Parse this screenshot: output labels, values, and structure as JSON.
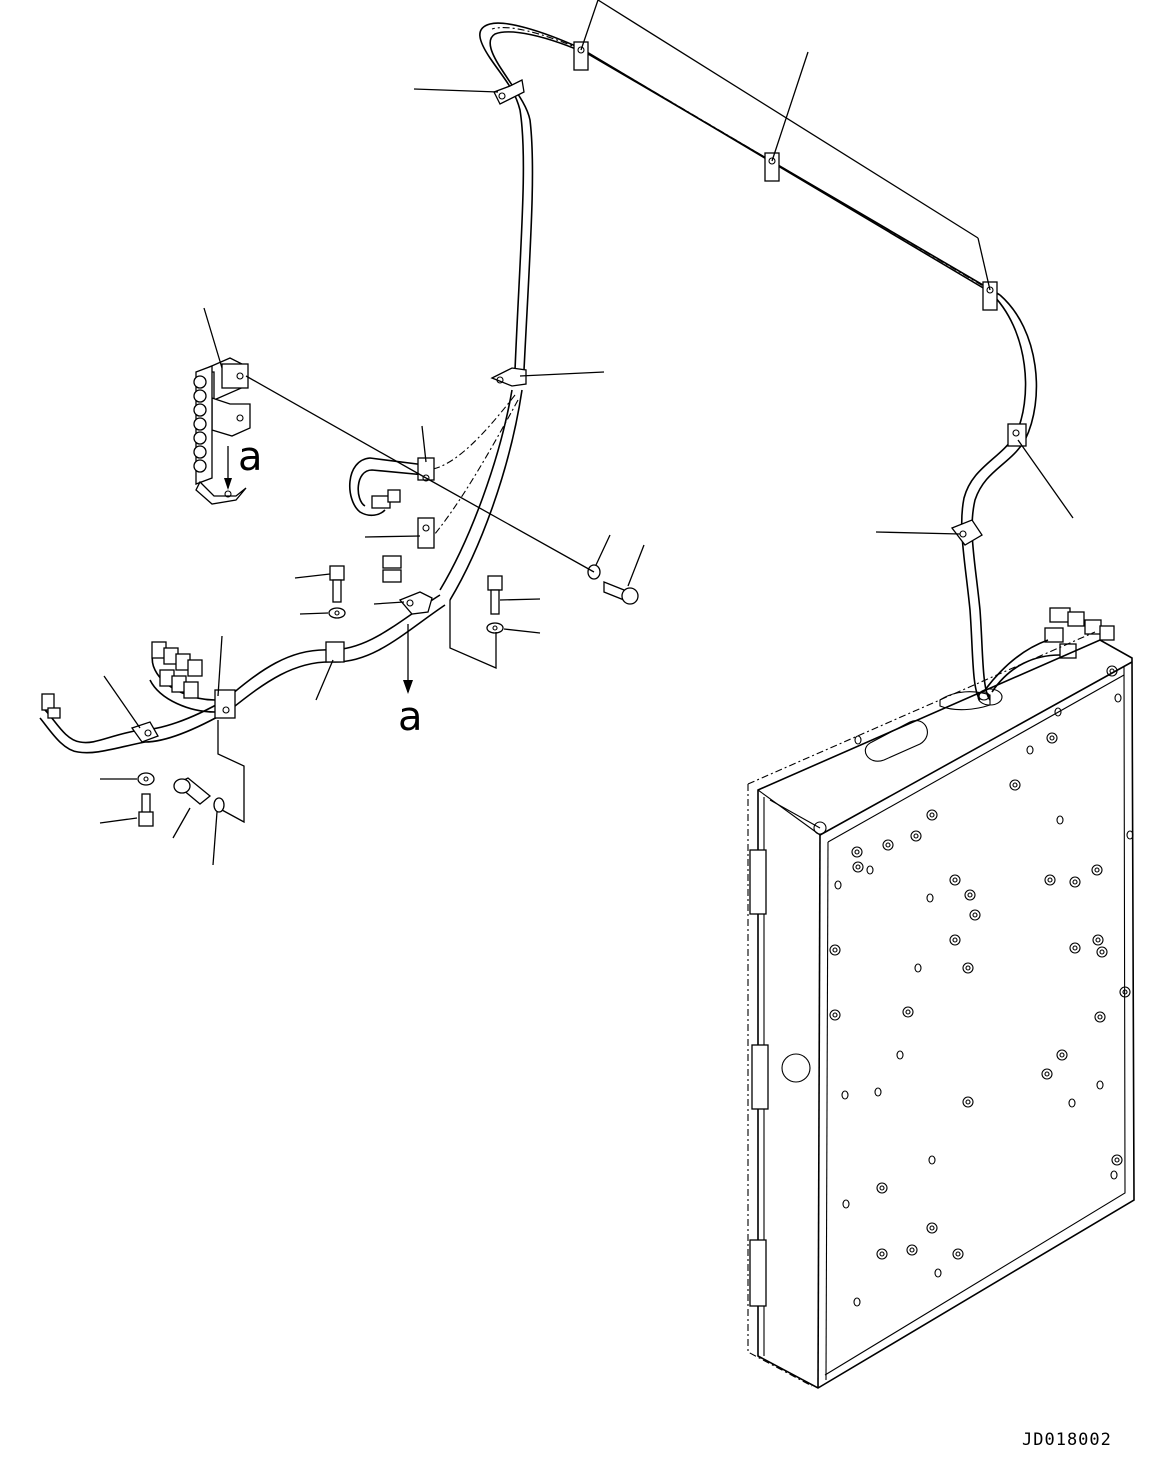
{
  "figure": {
    "view_labels": [
      "a",
      "a"
    ],
    "drawing_code": "JD018002"
  }
}
